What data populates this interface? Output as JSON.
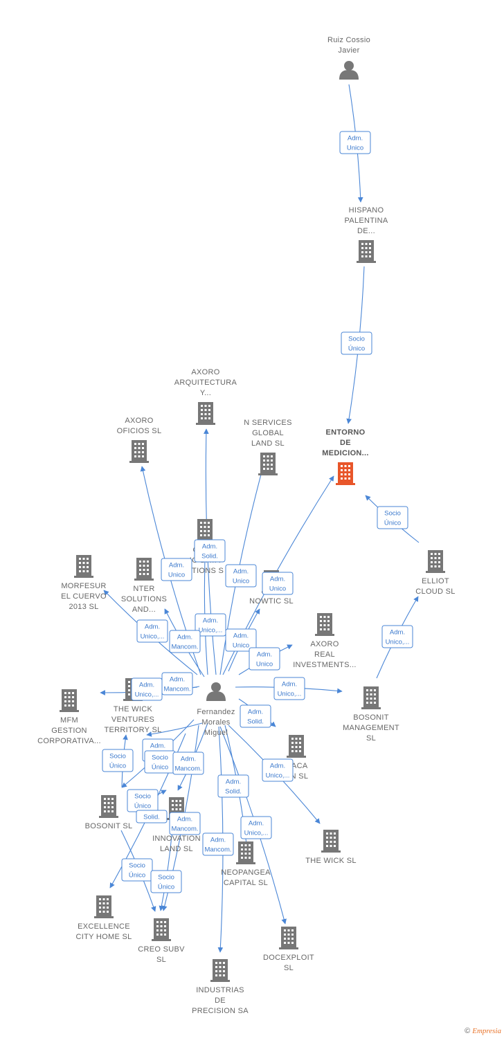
{
  "colors": {
    "edge": "#4a86d6",
    "building": "#777777",
    "focus": "#e8562a",
    "person": "#777777"
  },
  "nodes": [
    {
      "id": "ruiz",
      "type": "person",
      "label": [
        "Ruiz Cossio",
        "Javier"
      ]
    },
    {
      "id": "hispano",
      "type": "company",
      "label": [
        "HISPANO",
        "PALENTINA",
        "DE..."
      ]
    },
    {
      "id": "entorno",
      "type": "company",
      "focus": true,
      "label": [
        "ENTORNO",
        "DE",
        "MEDICION..."
      ]
    },
    {
      "id": "elliot",
      "type": "company",
      "label": [
        "ELLIOT",
        "CLOUD  SL"
      ]
    },
    {
      "id": "bosonit_mgmt",
      "type": "company",
      "label": [
        "BOSONIT",
        "MANAGEMENT",
        "SL"
      ]
    },
    {
      "id": "axoro_real",
      "type": "company",
      "label": [
        "AXORO",
        "REAL",
        "INVESTMENTS..."
      ]
    },
    {
      "id": "fernandez",
      "type": "person",
      "label": [
        "Fernandez",
        "Morales",
        "Miguel"
      ]
    },
    {
      "id": "axoro_arq",
      "type": "company",
      "label": [
        "AXORO",
        "ARQUITECTURA",
        "Y..."
      ]
    },
    {
      "id": "axoro_oficios",
      "type": "company",
      "label": [
        "AXORO",
        "OFICIOS  SL"
      ]
    },
    {
      "id": "nservices",
      "type": "company",
      "label": [
        "N SERVICES",
        "GLOBAL",
        "LAND  SL"
      ]
    },
    {
      "id": "granbig",
      "type": "company",
      "label": [
        "GRA          S",
        "IG DATA",
        "UTIONS  S"
      ]
    },
    {
      "id": "morfesur",
      "type": "company",
      "label": [
        "MORFESUR",
        "EL CUERVO",
        "2013  SL"
      ]
    },
    {
      "id": "nter",
      "type": "company",
      "label": [
        "NTER",
        "SOLUTIONS",
        "AND..."
      ]
    },
    {
      "id": "nowtic",
      "type": "company",
      "label": [
        "NOWTIC  SL"
      ]
    },
    {
      "id": "mfm",
      "type": "company",
      "label": [
        "MFM",
        "GESTION",
        "CORPORATIVA..."
      ]
    },
    {
      "id": "wick_vent",
      "type": "company",
      "label": [
        "THE WICK",
        "VENTURES",
        "TERRITORY  SL"
      ]
    },
    {
      "id": "bosonit",
      "type": "company",
      "label": [
        "BOSONIT  SL"
      ]
    },
    {
      "id": "thinnov",
      "type": "company",
      "label": [
        "TH",
        "INNOVATION",
        "LAND  SL"
      ]
    },
    {
      "id": "maca",
      "type": "company",
      "label": [
        "MACA",
        "ON  SL"
      ]
    },
    {
      "id": "thewick",
      "type": "company",
      "label": [
        "THE WICK  SL"
      ]
    },
    {
      "id": "neopangea",
      "type": "company",
      "label": [
        "NEOPANGEA",
        "CAPITAL  SL"
      ]
    },
    {
      "id": "excellence",
      "type": "company",
      "label": [
        "EXCELLENCE",
        "CITY HOME  SL"
      ]
    },
    {
      "id": "creo",
      "type": "company",
      "label": [
        "CREO SUBV",
        "SL"
      ]
    },
    {
      "id": "docexploit",
      "type": "company",
      "label": [
        "DOCEXPLOIT",
        "SL"
      ]
    },
    {
      "id": "industrias",
      "type": "company",
      "label": [
        "INDUSTRIAS",
        "DE",
        "PRECISION SA"
      ]
    }
  ],
  "badges": [
    {
      "id": "b_ruiz_hisp",
      "lines": [
        "Adm.",
        "Unico"
      ]
    },
    {
      "id": "b_hisp_ent",
      "lines": [
        "Socio",
        "Único"
      ]
    },
    {
      "id": "b_ell_ent",
      "lines": [
        "Socio",
        "Único"
      ]
    },
    {
      "id": "b_bos_ell",
      "lines": [
        "Adm.",
        "Unico,..."
      ]
    },
    {
      "id": "b_f_gran",
      "lines": [
        "Adm.",
        "Solid."
      ]
    },
    {
      "id": "b_f_axof",
      "lines": [
        "Adm.",
        "Unico"
      ]
    },
    {
      "id": "b_f_nserv",
      "lines": [
        "Adm.",
        "Unico"
      ]
    },
    {
      "id": "b_f_ent",
      "lines": [
        "Adm.",
        "Unico"
      ]
    },
    {
      "id": "b_f_axarq",
      "lines": [
        "Adm.",
        "Unico,..."
      ]
    },
    {
      "id": "b_f_morf",
      "lines": [
        "Adm.",
        "Unico,..."
      ]
    },
    {
      "id": "b_f_nter",
      "lines": [
        "Adm.",
        "Mancom."
      ]
    },
    {
      "id": "b_f_nowtic",
      "lines": [
        "Adm.",
        "Unico"
      ]
    },
    {
      "id": "b_f_axreal",
      "lines": [
        "Adm.",
        "Unico"
      ]
    },
    {
      "id": "b_f_mfm",
      "lines": [
        "Adm.",
        "Unico,..."
      ]
    },
    {
      "id": "b_f_wv",
      "lines": [
        "Adm.",
        "Mancom."
      ]
    },
    {
      "id": "b_f_bosm",
      "lines": [
        "Adm.",
        "Unico,..."
      ]
    },
    {
      "id": "b_f_maca",
      "lines": [
        "Adm.",
        "Solid."
      ]
    },
    {
      "id": "b_wv_bos",
      "lines": [
        "Socio",
        "Único"
      ]
    },
    {
      "id": "b_f_bos1",
      "lines": [
        "Adm.",
        "Unico"
      ]
    },
    {
      "id": "b_f_bos2",
      "lines": [
        "Socio",
        "Único"
      ]
    },
    {
      "id": "b_f_thinnov",
      "lines": [
        "Adm.",
        "Mancom."
      ]
    },
    {
      "id": "b_f_wick",
      "lines": [
        "Adm.",
        "Unico,..."
      ]
    },
    {
      "id": "b_f_neo",
      "lines": [
        "Adm.",
        "Solid."
      ]
    },
    {
      "id": "b_bos_thinn",
      "lines": [
        "Socio",
        "Único"
      ]
    },
    {
      "id": "b_f_solid2",
      "lines": [
        "Solid."
      ]
    },
    {
      "id": "b_f_creo",
      "lines": [
        "Adm.",
        "Mancom."
      ]
    },
    {
      "id": "b_f_doc",
      "lines": [
        "Adm.",
        "Unico,..."
      ]
    },
    {
      "id": "b_f_ind",
      "lines": [
        "Adm.",
        "Mancom."
      ]
    },
    {
      "id": "b_bos_exc",
      "lines": [
        "Socio",
        "Único"
      ]
    },
    {
      "id": "b_th_creo",
      "lines": [
        "Socio",
        "Único"
      ]
    }
  ],
  "footer": {
    "copyright": "©",
    "brand": "Empresia"
  }
}
